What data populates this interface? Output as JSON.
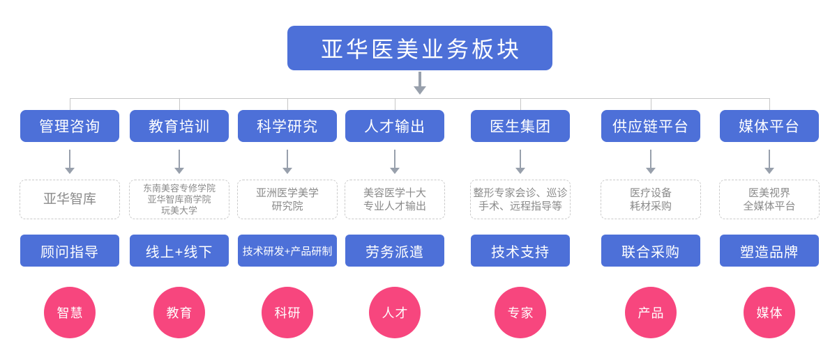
{
  "diagram": {
    "title": "亚华医美业务板块",
    "colors": {
      "box_blue": "#4d70d8",
      "circle_pink": "#f7467e",
      "connector_gray": "#c6c6c6",
      "arrow_gray": "#98a0ac",
      "muted_text_gray": "#8a8a8a"
    },
    "columns": [
      {
        "level1": "管理咨询",
        "level2": [
          "亚华智库"
        ],
        "level3": "顾问指导",
        "circle": "智慧"
      },
      {
        "level1": "教育培训",
        "level2": [
          "东南美容专修学院",
          "亚华智库商学院",
          "玩美大学"
        ],
        "level3": "线上+线下",
        "circle": "教育"
      },
      {
        "level1": "科学研究",
        "level2": [
          "亚洲医学美学",
          "研究院"
        ],
        "level3": "技术研发+产品研制",
        "circle": "科研"
      },
      {
        "level1": "人才输出",
        "level2": [
          "美容医学十大",
          "专业人才输出"
        ],
        "level3": "劳务派遣",
        "circle": "人才"
      },
      {
        "level1": "医生集团",
        "level2": [
          "整形专家会诊、巡诊",
          "手术、远程指导等"
        ],
        "level3": "技术支持",
        "circle": "专家"
      },
      {
        "level1": "供应链平台",
        "level2": [
          "医疗设备",
          "耗材采购"
        ],
        "level3": "联合采购",
        "circle": "产品"
      },
      {
        "level1": "媒体平台",
        "level2": [
          "医美视界",
          "全媒体平台"
        ],
        "level3": "塑造品牌",
        "circle": "媒体"
      }
    ]
  }
}
